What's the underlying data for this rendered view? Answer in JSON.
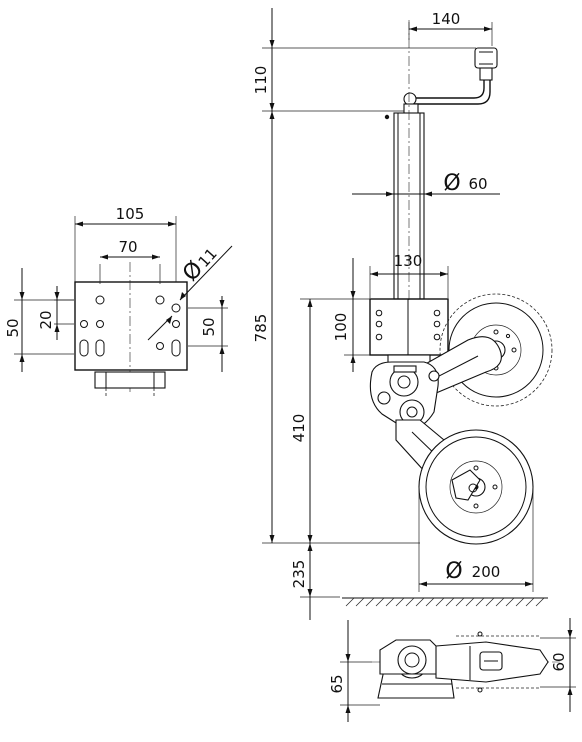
{
  "dimensions": {
    "top_width": "140",
    "crank_height": "110",
    "tube_diameter_symbol": "Ø",
    "tube_diameter": "60",
    "overall_height": "785",
    "flange_width": "130",
    "flange_height": "100",
    "to_ground": "410",
    "wheel_diameter_symbol": "Ø",
    "wheel_diameter": "200",
    "ground_clearance": "235",
    "plate_width": "105",
    "hole_spacing": "70",
    "hole_diameter_symbol": "Ø",
    "hole_diameter": "11",
    "left_height": "50",
    "left_spacing": "20",
    "right_spacing": "50",
    "bottom_height": "65",
    "bottom_width": "60"
  },
  "colors": {
    "line": "#111111",
    "background": "#ffffff"
  }
}
